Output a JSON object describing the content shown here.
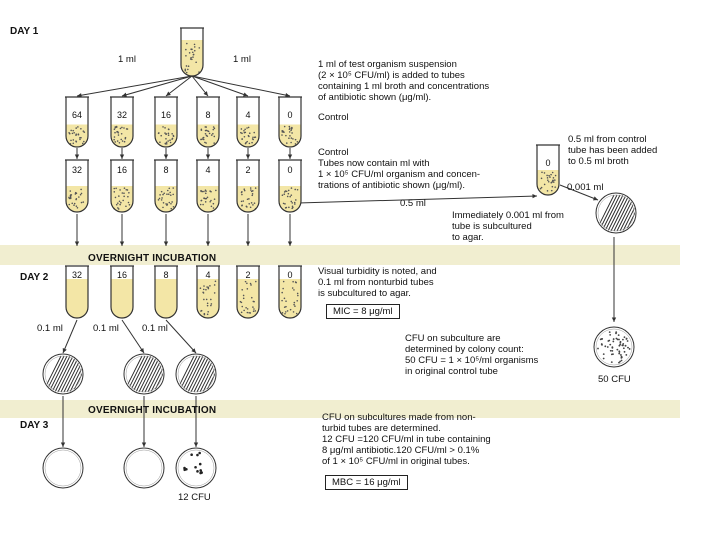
{
  "days": {
    "day1": "DAY 1",
    "day2": "DAY 2",
    "day3": "DAY 3"
  },
  "incubation_label": "OVERNIGHT INCUBATION",
  "top_transfers": {
    "left": "1 ml",
    "right": "1 ml"
  },
  "row1_concentrations": [
    "64",
    "32",
    "16",
    "8",
    "4",
    "0"
  ],
  "row2_concentrations": [
    "32",
    "16",
    "8",
    "4",
    "2",
    "0"
  ],
  "row3_concentrations": [
    "32",
    "16",
    "8",
    "4",
    "2",
    "0"
  ],
  "side_tube_label": "0",
  "notes": {
    "n1": [
      "1 ml of test organism suspension",
      "(2 × 10⁵ CFU/ml) is added to tubes",
      "containing 1 ml broth and concentrations",
      "of antibiotic shown (μg/ml)."
    ],
    "control1": "Control",
    "n2": [
      "Control",
      "Tubes now contain    ml with",
      "1  × 10⁵ CFU/ml organism and concen-",
      "trations of antibiotic shown (μg/ml)."
    ],
    "n3": [
      "0.5 ml from control",
      "tube has been added",
      "to 0.5 ml broth"
    ],
    "n4": [
      "Immediately 0.001 ml from",
      "tube is subcultured",
      "to agar."
    ],
    "n5": [
      "Visual turbidity is noted, and",
      "0.1 ml from nonturbid tubes",
      "is subcultured to agar."
    ],
    "n6": [
      "CFU on subculture are",
      "determined by colony count:",
      " 50 CFU = 1  × 10⁵/ml organisms",
      "in original control tube"
    ],
    "n7": [
      "CFU on subcultures made from non-",
      "turbid tubes are determined.",
      "12 CFU  =120 CFU/ml in tube containing",
      "8 μg/ml antibiotic.120 CFU/ml > 0.1%",
      "of 1 × 10⁵ CFU/ml in original tubes."
    ]
  },
  "mic": "MIC = 8 μg/ml",
  "mbc": "MBC = 16 μg/ml",
  "transfer_labels": {
    "half_ml": "0.5 ml",
    "thousandth_ml": "0.001 ml",
    "tenth_ml": [
      "0.1 ml",
      "0.1 ml",
      "0.1 ml"
    ]
  },
  "cfu_labels": {
    "control_plate": "50 CFU",
    "day3_plate": "12 CFU"
  },
  "colors": {
    "band": "#f1eed0",
    "broth": "#f3e6a6",
    "tube_outline": "#333333",
    "dots": "#555555"
  }
}
